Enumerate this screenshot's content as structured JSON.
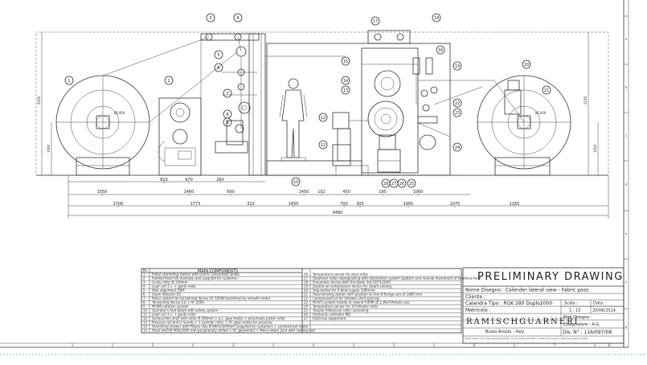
{
  "components": {
    "header_pos": "Po",
    "header_title": "MAIN COMPONENTS",
    "rows_left": [
      {
        "n": "1",
        "d": "Initial unwinding station with clutch / pneumatic brake"
      },
      {
        "n": "2",
        "d": "Padded fixed roll diameter and supplied for customer"
      },
      {
        "n": "3",
        "d": "Guide roller Ø 140mm"
      },
      {
        "n": "4",
        "d": "Load cell 3 c. + guide roller"
      },
      {
        "n": "5",
        "d": "Web alignment OEM"
      },
      {
        "n": "6",
        "d": "Seam detector EG"
      },
      {
        "n": "7",
        "d": "Roller system for tensioning device AF 100W transfered by smooth motor"
      },
      {
        "n": "8",
        "d": "Tensioning device CU + AF 2000"
      },
      {
        "n": "9",
        "d": "MONO rotation system"
      },
      {
        "n": "10",
        "d": "Operator's foot board with safety system"
      },
      {
        "n": "11",
        "d": "Load cell 3 c. + guide roller"
      },
      {
        "n": "12",
        "d": "Surface/line shell with roller Ø 300mm + a.c. gear motor + pneumatic piston roller"
      },
      {
        "n": "13",
        "d": "Pressure roll and 3 rounds + 1 cylinder roller + AC gear motor for pressure"
      },
      {
        "n": "14",
        "d": "Stretching shower with Milano size Ø 840x2000mm (supplied by customer) + symmetrical motor"
      },
      {
        "n": "15",
        "d": "Steel shell Ø 460x2000 mm peripherally drilled + AC gearmotor + Mono rotary joint with cooling unit"
      }
    ],
    "rows_right": [
      {
        "n": "16",
        "d": "Temperature sensor for steel roller"
      },
      {
        "n": "17",
        "d": "Steam/air roller impregnating with distribution system (pattern and manual movement of hardness form"
      },
      {
        "n": "18",
        "d": "Pneumatic device with the blade line EDT1(DAR)"
      },
      {
        "n": "19",
        "d": "Double air compression device for steam cooling"
      },
      {
        "n": "20",
        "d": "Skip bellow for 4 blow supply 1800mm"
      },
      {
        "n": "21",
        "d": "Axial winding station with position on line 8-flange axis of 1800 mm"
      },
      {
        "n": "22",
        "d": "Compressed air for follower shell spacing"
      },
      {
        "n": "23",
        "d": "MOSTI system mobile to rewind FORM 1E.L Wall Module size"
      },
      {
        "n": "24",
        "d": "Temperature sensor for 10 follower roller"
      },
      {
        "n": "25",
        "d": "Tubular foldsensor roller activating"
      },
      {
        "n": "26",
        "d": "Hydraulic controller MD"
      },
      {
        "n": "27",
        "d": "Electrical equipment"
      },
      {
        "n": "",
        "d": ""
      },
      {
        "n": "",
        "d": ""
      },
      {
        "n": "",
        "d": ""
      }
    ]
  },
  "title_block": {
    "preliminary": "PRELIMINARY DRAWING",
    "nome_disegno": "Nome Disegno : Calender lateral view - Fabric pass",
    "cliente": "Cliente :",
    "calandra": "Calandra Tipo : RGK 280 Duplo2000",
    "matricola": "Matricola :",
    "scala_label": "Scala :",
    "scala_value": "1 : 15",
    "data_label": "Data :",
    "data_value": "20/06/2014",
    "mod_disegno": "Mod.Disegno :",
    "disegnatore": "Disegnatore : A.G.",
    "brand": "RAMISCHGUARNERI",
    "location": "Busto Arsizio - Italy",
    "dis_n": "Dis. N° : 116/097/08",
    "legal": "Questo disegno è di nostra esclusiva proprietà, non può essere riprodotto o ceduto a terzi senza la nostra autorizzazione scritta"
  },
  "balloons": [
    "1",
    "2",
    "3",
    "4",
    "5",
    "6",
    "7",
    "8",
    "9",
    "10",
    "11",
    "12",
    "13",
    "14",
    "15",
    "16",
    "17",
    "18",
    "19",
    "20",
    "21",
    "22",
    "23",
    "24",
    "25",
    "26",
    "27",
    "28"
  ],
  "dimensions": {
    "row1": [
      "820",
      "970",
      "260"
    ],
    "row2": [
      "1550",
      "1460",
      "690",
      "1450",
      "102",
      "450",
      "195",
      "1060"
    ],
    "row3": [
      "1700",
      "1773",
      "310",
      "1450",
      "700",
      "305",
      "1965",
      "1075",
      "1165"
    ],
    "overall": "9480",
    "left_heights": [
      "2000",
      "1080"
    ],
    "right_heights": [
      "2180",
      "1000"
    ],
    "roll_dia_left": "Ø1400",
    "roll_dia_right": "Ø1400"
  },
  "grid": {
    "cols": [
      "1",
      "2",
      "3",
      "4",
      "5",
      "6",
      "7",
      "8"
    ],
    "rows": [
      "a",
      "b",
      "c",
      "d",
      "e",
      "f",
      "g"
    ]
  }
}
